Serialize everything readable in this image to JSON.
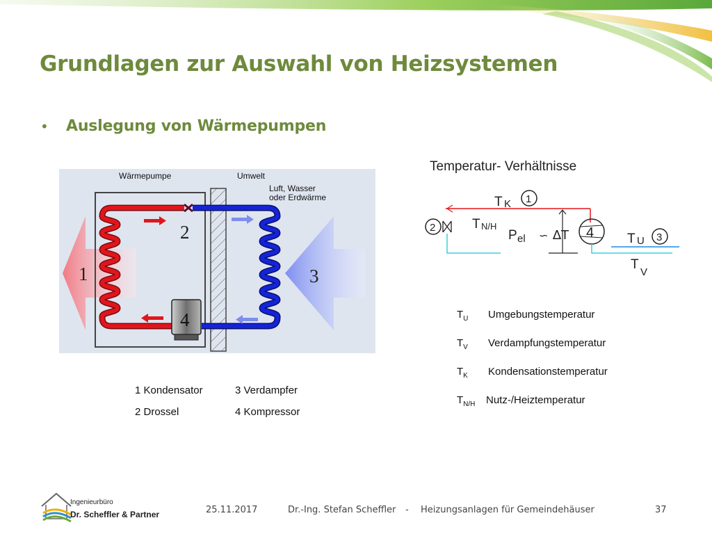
{
  "slide": {
    "title": "Grundlagen zur Auswahl von Heizsystemen",
    "bullet": "Auslegung von Wärmepumpen"
  },
  "heatpump_diagram": {
    "label_waermepumpe": "Wärmepumpe",
    "label_umwelt": "Umwelt",
    "label_source_line1": "Luft, Wasser",
    "label_source_line2": "oder Erdwärme",
    "num_1": "1",
    "num_2": "2",
    "num_3": "3",
    "num_4": "4",
    "hot_color": "#e0161c",
    "cold_color": "#1424d6"
  },
  "components_legend": [
    {
      "text": "1 Kondensator"
    },
    {
      "text": "3 Verdampfer"
    },
    {
      "text": "2 Drossel"
    },
    {
      "text": "4 Kompressor"
    }
  ],
  "temperature_diagram": {
    "title": "Temperatur- Verhältnisse",
    "tk_base": "T",
    "tk_sub": "K",
    "tnh_base": "T",
    "tnh_sub": "N/H",
    "pel_base": "P",
    "pel_sub": "el",
    "delta_t": "∆T",
    "tu_base": "T",
    "tu_sub": "U",
    "tv_base": "T",
    "tv_sub": "V",
    "circle_1": "1",
    "circle_2": "2",
    "circle_3": "3",
    "circle_4": "4"
  },
  "temperature_legend": [
    {
      "base": "T",
      "sub": "U",
      "desc": "Umgebungstemperatur"
    },
    {
      "base": "T",
      "sub": "V",
      "desc": "Verdampfungstemperatur"
    },
    {
      "base": "T",
      "sub": "K",
      "desc": "Kondensationstemperatur"
    },
    {
      "base": "T",
      "sub": "N/H",
      "desc": "Nutz-/Heiztemperatur"
    }
  ],
  "company": {
    "line1": "Ingenieurbüro",
    "line2": "Dr. Scheffler & Partner"
  },
  "footer": {
    "date": "25.11.2017",
    "author": "Dr.-Ing. Stefan Scheffler",
    "separator": "-",
    "topic": "Heizungsanlagen für Gemeindehäuser",
    "page": "37"
  }
}
